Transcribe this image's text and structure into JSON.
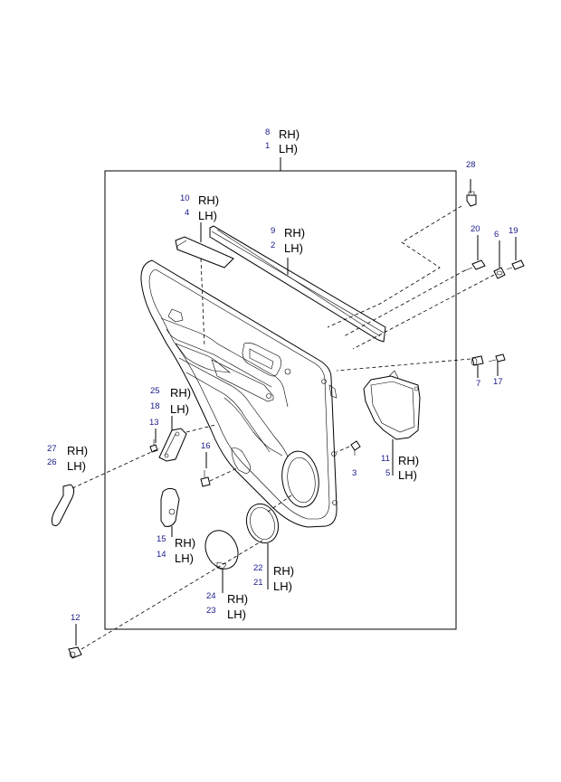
{
  "callouts": [
    {
      "id": "c8-1",
      "nums": [
        "8",
        "1"
      ],
      "sides": [
        "RH)",
        "LH)"
      ]
    },
    {
      "id": "c10-4",
      "nums": [
        "10",
        "4"
      ],
      "sides": [
        "RH)",
        "LH)"
      ]
    },
    {
      "id": "c9-2",
      "nums": [
        "9",
        "2"
      ],
      "sides": [
        "RH)",
        "LH)"
      ]
    },
    {
      "id": "c25-18",
      "nums": [
        "25",
        "18"
      ],
      "sides": [
        "RH)",
        "LH)"
      ]
    },
    {
      "id": "c27-26",
      "nums": [
        "27",
        "26"
      ],
      "sides": [
        "RH)",
        "LH)"
      ]
    },
    {
      "id": "c11-5",
      "nums": [
        "11",
        "5"
      ],
      "sides": [
        "RH)",
        "LH)"
      ]
    },
    {
      "id": "c15-14",
      "nums": [
        "15",
        "14"
      ],
      "sides": [
        "RH)",
        "LH)"
      ]
    },
    {
      "id": "c22-21",
      "nums": [
        "22",
        "21"
      ],
      "sides": [
        "RH)",
        "LH)"
      ]
    },
    {
      "id": "c24-23",
      "nums": [
        "24",
        "23"
      ],
      "sides": [
        "RH)",
        "LH)"
      ]
    }
  ],
  "single_labels": {
    "p28": "28",
    "p20": "20",
    "p6": "6",
    "p19": "19",
    "p7": "7",
    "p17": "17",
    "p13": "13",
    "p16": "16",
    "p3": "3",
    "p12": "12"
  },
  "colors": {
    "callout_number": "#1a1a8c",
    "line": "#000000",
    "background": "#ffffff"
  }
}
